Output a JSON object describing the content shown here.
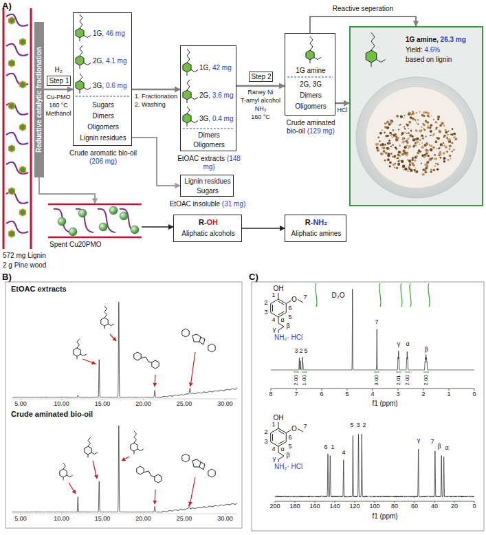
{
  "diagram": {
    "nodes": [
      {
        "text": [
          "572 mg Lignin",
          "2 g Pine wood"
        ]
      },
      {
        "text": [
          "Reductive catalytic fractionation"
        ]
      },
      {
        "text": [
          "Step 1"
        ]
      },
      {
        "text": [
          "1G, 46 mg",
          "2G, 4.1 mg",
          "3G, 0.6 mg",
          "Sugars",
          "Dimers",
          "Oligomers",
          "Lignin residues",
          "Crude aromatic bio-oil (206 mg)"
        ]
      },
      {
        "text": [
          "1G, 42 mg",
          "2G, 3.6 mg",
          "3G, 0.4 mg",
          "Dimers",
          "Oligomers",
          "EtOAC extracts (148 mg)"
        ]
      },
      {
        "text": [
          "Lignin residues",
          "Sugars",
          "EtOAC insoluble (31 mg)"
        ]
      },
      {
        "text": [
          "Step 2"
        ]
      },
      {
        "text": [
          "1G amine",
          "2G, 3G",
          "Dimers",
          "Oligomers",
          "Crude aminated bio-oil (129 mg)"
        ]
      },
      {
        "text": [
          "1G amine, 26.3 mg",
          "Yield: 4.6%",
          "based on lignin"
        ]
      },
      {
        "text": [
          "Spent Cu20PMO"
        ]
      },
      {
        "text": [
          "R-OH",
          "Aliphatic alcohols"
        ]
      },
      {
        "text": [
          "R-NH₂",
          "Aliphatic amines"
        ]
      }
    ],
    "edges": [
      {
        "from": 1,
        "to": 3,
        "arrow": "to"
      },
      {
        "from": 3,
        "to": 4,
        "arrow": "to"
      },
      {
        "from": 3,
        "to": 5,
        "arrow": "to"
      },
      {
        "from": 4,
        "to": 7,
        "arrow": "to"
      },
      {
        "from": 7,
        "to": 8,
        "label": "HCl",
        "arrow": "to"
      },
      {
        "from": 7,
        "to": 8,
        "label": "Reactive seperation",
        "arrow": "to"
      },
      {
        "from": 1,
        "to": 9,
        "arrow": "to"
      },
      {
        "from": 9,
        "to": 10,
        "arrow": "to"
      },
      {
        "from": 10,
        "to": 11,
        "arrow": "to"
      }
    ],
    "labels": [
      "A)",
      "H₂",
      "Cu-PMO",
      "180 °C",
      "Methanol",
      "1. Fractionation",
      "2. Washing",
      "Raney Ni",
      "T-amyl alcohol",
      "NH₃",
      "160 °C",
      "B)",
      "EtOAC extracts",
      "5.00",
      "10.00",
      "15.00",
      "20.00",
      "25.00",
      "30.00",
      "Crude aminated bio-oil",
      "5.00",
      "10.00",
      "15.00",
      "20.00",
      "25.00",
      "30.00",
      "C)",
      "OH",
      "1",
      "2",
      "3",
      "4",
      "5",
      "6",
      "O",
      "7",
      "α",
      "β",
      "γ",
      "NH₂· HCl",
      "D₂O",
      "3",
      "2",
      "5",
      "7",
      "γ",
      "α",
      "β",
      "2.00",
      "1.00",
      "3.00",
      "2.01",
      "2.00",
      "2.00",
      "8",
      "7",
      "6",
      "5",
      "4",
      "3",
      "2",
      "1",
      "0",
      "f1 (ppm)",
      "OH",
      "1",
      "2",
      "3",
      "4",
      "5",
      "6",
      "O",
      "7",
      "α",
      "β",
      "γ",
      "NH₂· HCl",
      "6",
      "1",
      "4",
      "5",
      "3",
      "2",
      "γ",
      "7",
      "β",
      "α",
      "200",
      "180",
      "160",
      "140",
      "120",
      "100",
      "80",
      "60",
      "40",
      "20",
      "0",
      "f1 (ppm)"
    ]
  }
}
